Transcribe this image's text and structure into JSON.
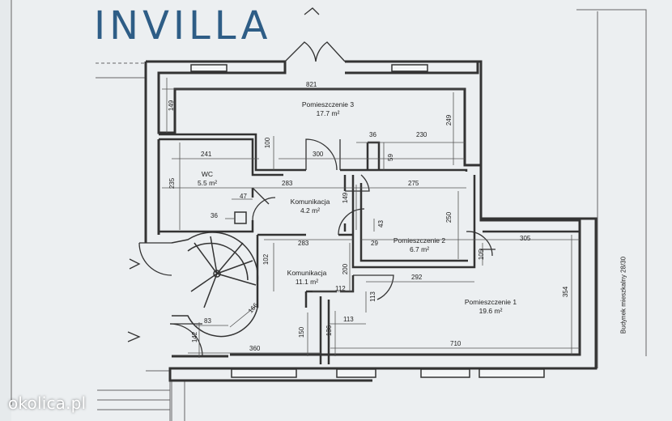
{
  "brand": {
    "logo_text": "INVILLA",
    "logo_color": "#2e5d86",
    "accent_color": "#c9a064"
  },
  "watermark": "okolica.pl",
  "floor_plan": {
    "rooms": [
      {
        "name": "Pomieszczenie 3",
        "area": "17.7 m²"
      },
      {
        "name": "WC",
        "area": "5.5 m²"
      },
      {
        "name": "Komunikacja",
        "area": "4.2 m²"
      },
      {
        "name": "Pomieszczenie 2",
        "area": "6.7 m²"
      },
      {
        "name": "Komunikacja",
        "area": "11.1 m²"
      },
      {
        "name": "Pomieszczenie 1",
        "area": "19.6 m²"
      }
    ],
    "dimensions": {
      "d821": "821",
      "d149a": "149",
      "d249": "249",
      "d100": "100",
      "d36a": "36",
      "d230": "230",
      "d59": "59",
      "d300": "300",
      "d241": "241",
      "d283a": "283",
      "d275": "275",
      "d235": "235",
      "d47": "47",
      "d149b": "149",
      "d36b": "36",
      "d43": "43",
      "d250": "250",
      "d283b": "283",
      "d29": "29",
      "d305": "305",
      "d102": "102",
      "d200": "200",
      "d292": "292",
      "d105": "105",
      "d112": "112",
      "d113a": "113",
      "d166": "166",
      "d83": "83",
      "d354": "354",
      "d113b": "113",
      "d142": "142",
      "d150": "150",
      "d136": "136",
      "d360": "360",
      "d710": "710"
    },
    "neighbor_label": "Budynek mieszkalny 28/30"
  }
}
